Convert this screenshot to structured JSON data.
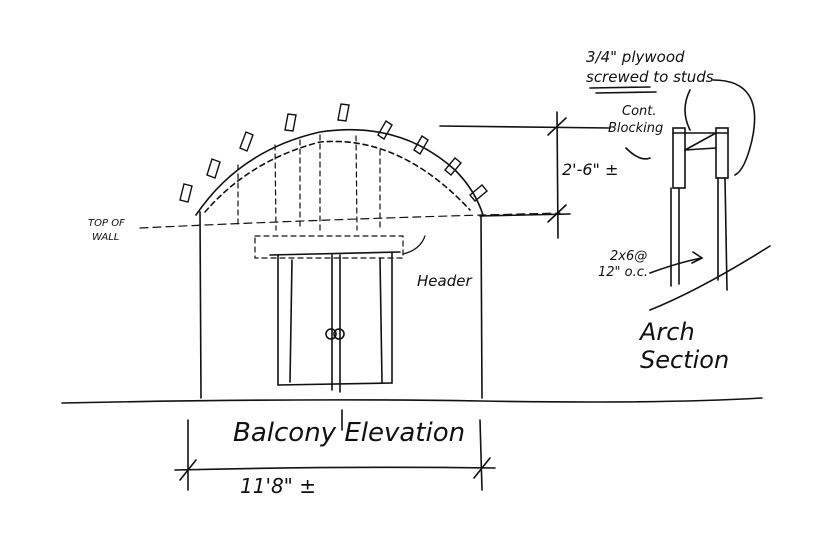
{
  "title": "Balcony Elevation",
  "section_title": "Arch Section",
  "labels": {
    "plywood_1": "3/4\" plywood",
    "plywood_2": "screwed to studs",
    "blocking_1": "Cont.",
    "blocking_2": "Blocking",
    "arch_height": "2'-6\" ±",
    "top_of_wall_1": "TOP OF",
    "top_of_wall_2": "WALL",
    "header": "Header",
    "studs_1": "2x6@",
    "studs_2": "12\" o.c.",
    "width_dim": "11'8\" ±"
  }
}
